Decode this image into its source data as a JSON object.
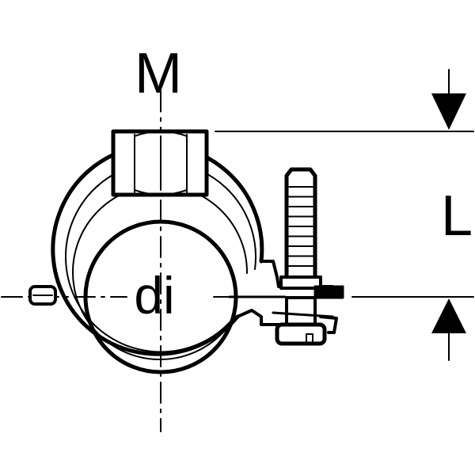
{
  "drawing": {
    "labels": {
      "thread": "M",
      "length": "L",
      "inner_diameter": "di"
    },
    "colors": {
      "line": "#000000",
      "background": "#ffffff"
    }
  }
}
